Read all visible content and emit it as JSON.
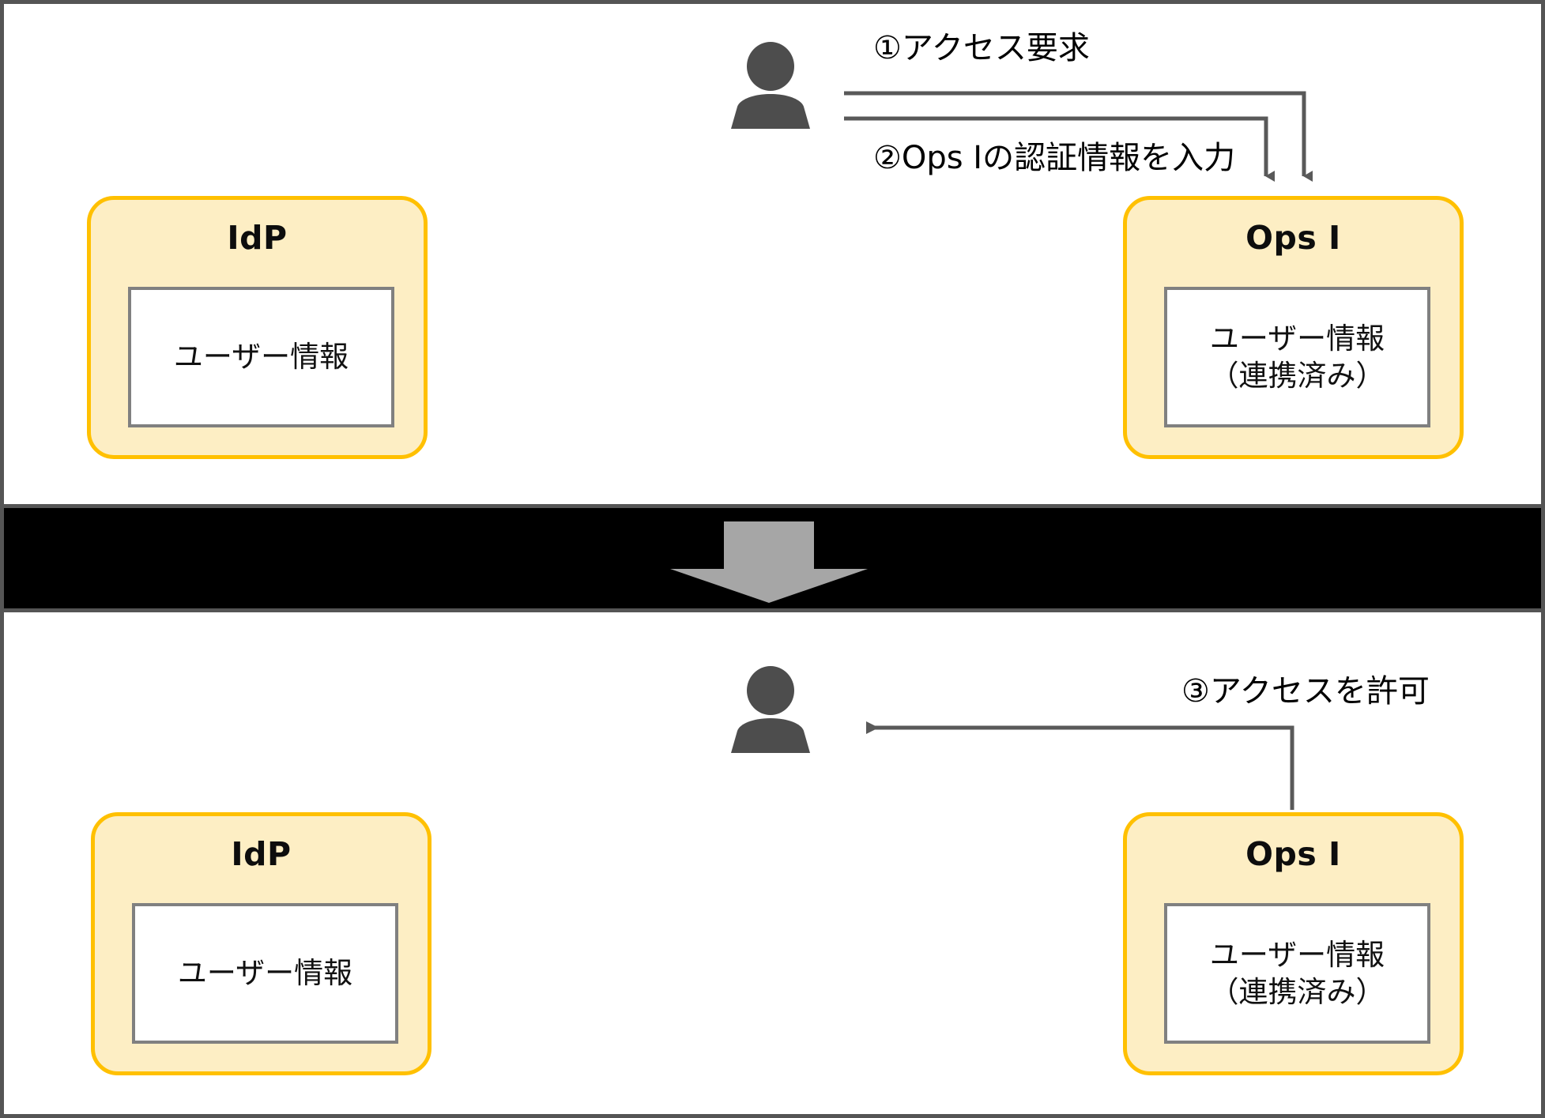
{
  "diagram": {
    "title_hidden": "",
    "colors": {
      "frame_border": "#555555",
      "box_border": "#ffc000",
      "box_fill": "#fdeec4",
      "inner_border": "#808080",
      "connector": "#595959",
      "person": "#4d4d4d",
      "band_background": "#000000",
      "band_arrow": "#a6a6a6"
    },
    "top_panel": {
      "actor": {
        "name": "user-actor"
      },
      "flows": [
        {
          "id": "flow-1",
          "label": "①アクセス要求"
        },
        {
          "id": "flow-2",
          "label": "②Ops Ⅰの認証情報を入力"
        }
      ],
      "boxes": [
        {
          "id": "idp",
          "title": "IdP",
          "inner_lines": [
            "ユーザー情報"
          ]
        },
        {
          "id": "ops1",
          "title": "Ops Ⅰ",
          "inner_lines": [
            "ユーザー情報",
            "（連携済み）"
          ]
        }
      ]
    },
    "divider": {
      "arrow_direction": "down"
    },
    "bottom_panel": {
      "actor": {
        "name": "user-actor"
      },
      "flows": [
        {
          "id": "flow-3",
          "label": "③アクセスを許可"
        }
      ],
      "boxes": [
        {
          "id": "idp",
          "title": "IdP",
          "inner_lines": [
            "ユーザー情報"
          ]
        },
        {
          "id": "ops1",
          "title": "Ops Ⅰ",
          "inner_lines": [
            "ユーザー情報",
            "（連携済み）"
          ]
        }
      ]
    }
  }
}
